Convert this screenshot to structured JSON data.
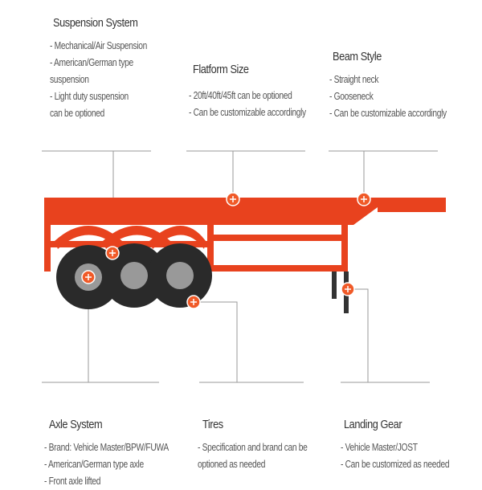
{
  "features": {
    "suspension": {
      "title": "Suspension System",
      "lines": [
        "- Mechanical/Air Suspension",
        "- American/German type",
        "suspension",
        "- Light duty suspension",
        "can be optioned"
      ]
    },
    "platform": {
      "title": "Flatform Size",
      "lines": [
        "- 20ft/40ft/45ft can be optioned",
        "- Can be customizable accordingly"
      ]
    },
    "beam": {
      "title": "Beam Style",
      "lines": [
        "- Straight neck",
        "- Gooseneck",
        "- Can be customizable accordingly"
      ]
    },
    "axle": {
      "title": "Axle System",
      "lines": [
        "- Brand: Vehicle Master/BPW/FUWA",
        "- American/German type axle",
        "- Front axle lifted"
      ]
    },
    "tires": {
      "title": "Tires",
      "lines": [
        "- Specification and brand can be",
        "optioned as needed"
      ]
    },
    "landing": {
      "title": "Landing Gear",
      "lines": [
        "- Vehicle Master/JOST",
        "- Can be customized as needed"
      ]
    }
  },
  "colors": {
    "trailer": "#e8421e",
    "marker": "#f05a28",
    "line": "#9a9a9a",
    "tire": "#2a2a2a"
  }
}
